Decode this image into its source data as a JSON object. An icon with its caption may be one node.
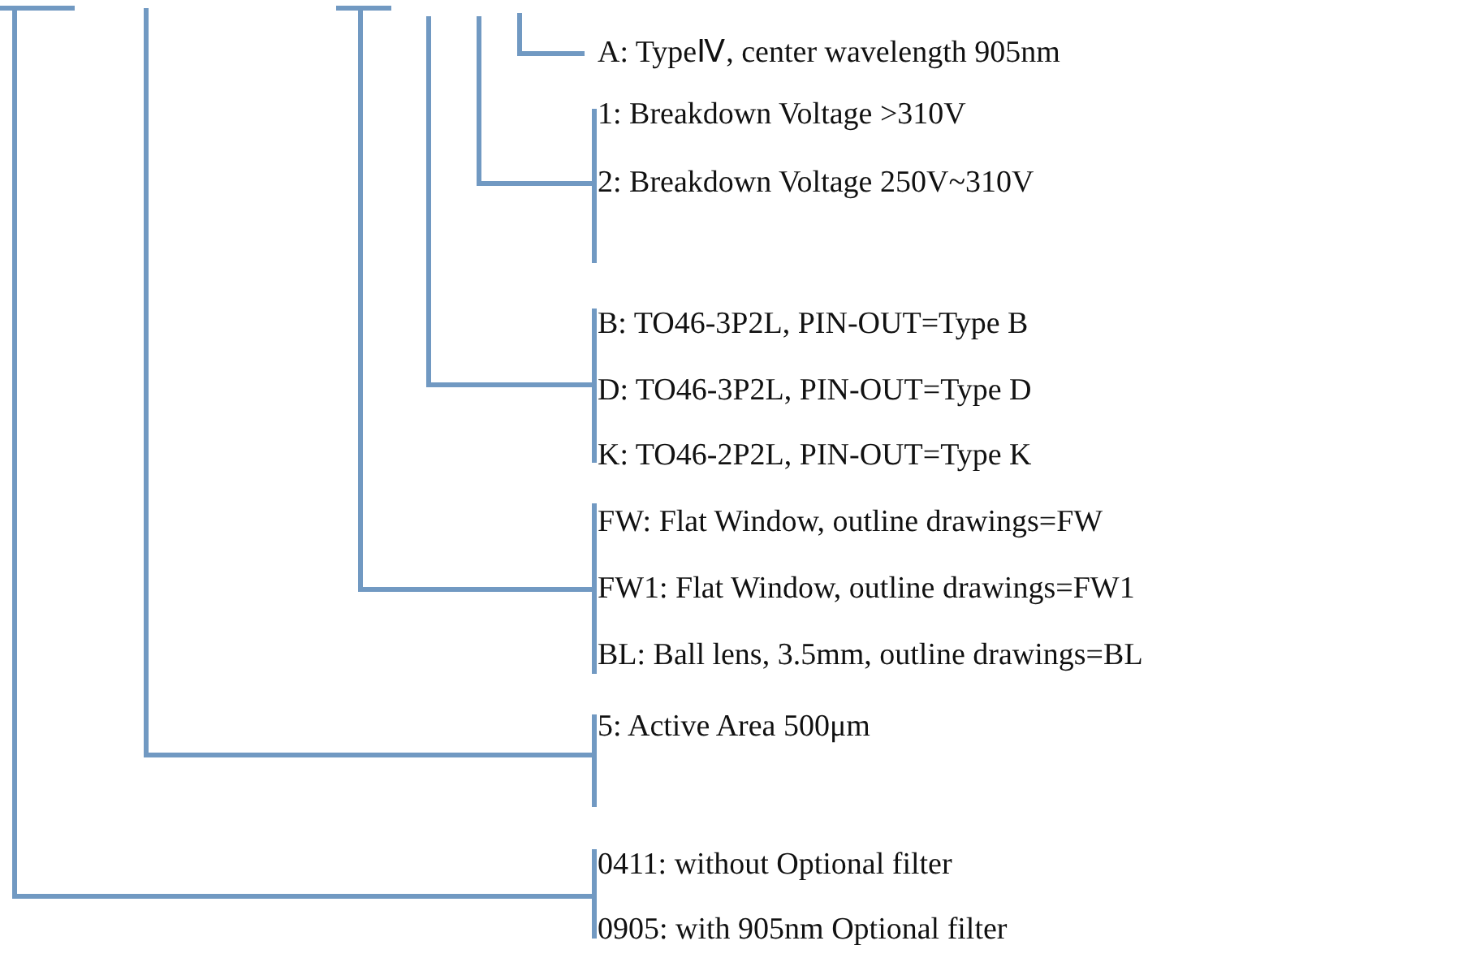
{
  "diagram": {
    "nodes": [
      {
        "text": [
          "A: TypeⅣ, center wavelength 905nm"
        ]
      },
      {
        "text": [
          "1: Breakdown Voltage >310V"
        ]
      },
      {
        "text": [
          "2: Breakdown Voltage 250V~310V"
        ]
      },
      {
        "text": [
          "B: TO46-3P2L, PIN-OUT=Type B"
        ]
      },
      {
        "text": [
          "D: TO46-3P2L, PIN-OUT=Type D"
        ]
      },
      {
        "text": [
          "K: TO46-2P2L, PIN-OUT=Type K"
        ]
      },
      {
        "text": [
          "FW: Flat Window, outline drawings=FW"
        ]
      },
      {
        "text": [
          "FW1: Flat Window, outline drawings=FW1"
        ]
      },
      {
        "text": [
          "BL: Ball lens, 3.5mm, outline drawings=BL"
        ]
      },
      {
        "text": [
          "5: Active Area 500μm"
        ]
      },
      {
        "text": [
          "0411: without Optional filter"
        ]
      },
      {
        "text": [
          "0905: with 905nm Optional filter"
        ]
      }
    ],
    "edges": [
      {
        "from": null,
        "to": 0,
        "arrow": "none"
      },
      {
        "from": null,
        "to": 1,
        "arrow": "none"
      },
      {
        "from": null,
        "to": 2,
        "arrow": "none"
      },
      {
        "from": null,
        "to": 3,
        "arrow": "none"
      },
      {
        "from": null,
        "to": 4,
        "arrow": "none"
      },
      {
        "from": null,
        "to": 5,
        "arrow": "none"
      },
      {
        "from": null,
        "to": 6,
        "arrow": "none"
      },
      {
        "from": null,
        "to": 7,
        "arrow": "none"
      },
      {
        "from": null,
        "to": 8,
        "arrow": "none"
      },
      {
        "from": null,
        "to": 9,
        "arrow": "none"
      },
      {
        "from": null,
        "to": 10,
        "arrow": "none"
      },
      {
        "from": null,
        "to": 11,
        "arrow": "none"
      }
    ]
  }
}
